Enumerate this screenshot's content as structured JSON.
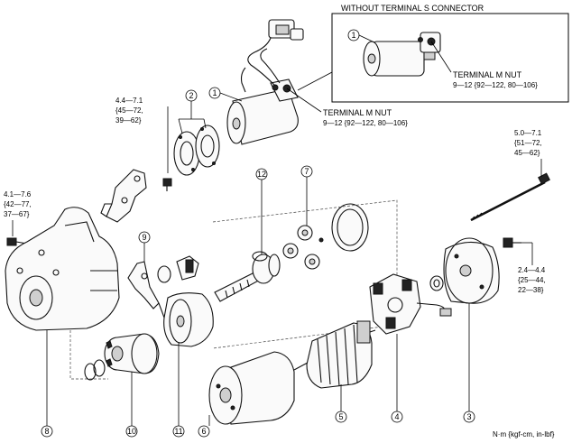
{
  "inset": {
    "title": "WITHOUT TERMINAL S CONNECTOR",
    "callout": "1",
    "terminal_label": "TERMINAL M NUT",
    "terminal_torque": "9—12 {92—122, 80—106}"
  },
  "main_terminal": {
    "label": "TERMINAL M NUT",
    "torque": "9—12 {92—122, 80—106}"
  },
  "torques": {
    "bracket_bolt": [
      "4.4—7.1",
      "{45—72,",
      "39—62}"
    ],
    "housing_bolt": [
      "4.1—7.6",
      "{42—77,",
      "37—67}"
    ],
    "through_bolt": [
      "5.0—7.1",
      "{51—72,",
      "45—62}"
    ],
    "rear_screw": [
      "2.4—4.4",
      "{25—44,",
      "22—38}"
    ]
  },
  "units": "N·m {kgf-cm, in-lbf}",
  "callouts": {
    "c1": "1",
    "c2": "2",
    "c3": "3",
    "c4": "4",
    "c5": "5",
    "c6": "6",
    "c7": "7",
    "c8": "8",
    "c9": "9",
    "c10": "10",
    "c11": "11",
    "c12": "12"
  }
}
